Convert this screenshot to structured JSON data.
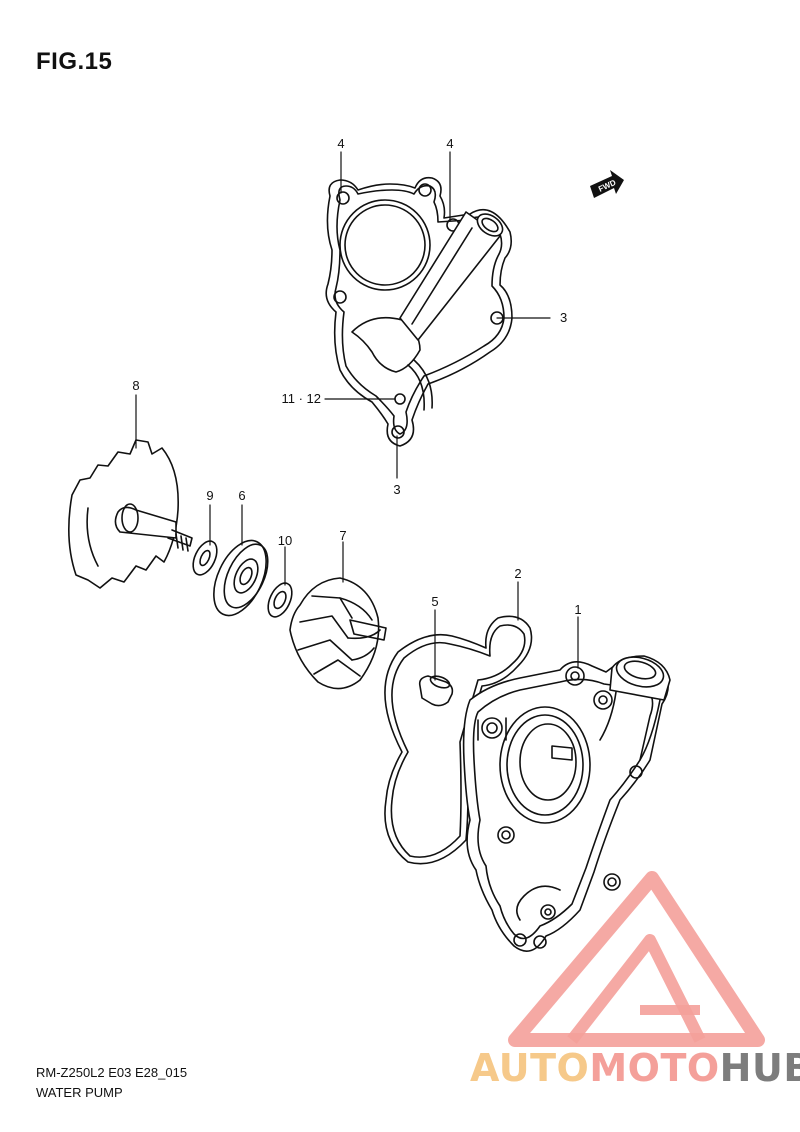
{
  "figure": {
    "title": "FIG.15",
    "caption_model": "RM-Z250L2 E03 E28_015",
    "caption_name": "WATER PUMP"
  },
  "labels": {
    "p1": "1",
    "p2": "2",
    "p3a": "3",
    "p3b": "3",
    "p4a": "4",
    "p4b": "4",
    "p5": "5",
    "p6": "6",
    "p7": "7",
    "p8": "8",
    "p9": "9",
    "p10": "10",
    "p11_12": "11 · 12"
  },
  "fwd_marker": "FWD",
  "watermark": {
    "part1": "AUTO",
    "part2": "MOTO",
    "part3": "HUB",
    "color_part1": "#f6c98a",
    "color_part2": "#f4a09a",
    "color_part3": "#7d7d7d"
  }
}
